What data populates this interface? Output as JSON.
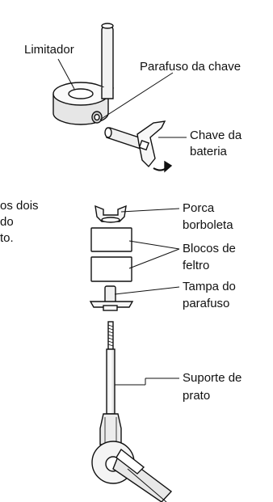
{
  "labels": {
    "limitador": "Limitador",
    "parafuso_chave": "Parafuso da chave",
    "chave_bateria_1": "Chave da",
    "chave_bateria_2": "bateria",
    "porca_1": "Porca",
    "porca_2": "borboleta",
    "blocos_1": "Blocos de",
    "blocos_2": "feltro",
    "tampa_1": "Tampa do",
    "tampa_2": "parafuso",
    "suporte_1": "Suporte de",
    "suporte_2": "prato"
  },
  "cut_off_text": {
    "line1": "os dois",
    "line2": "do",
    "line3": "to."
  }
}
